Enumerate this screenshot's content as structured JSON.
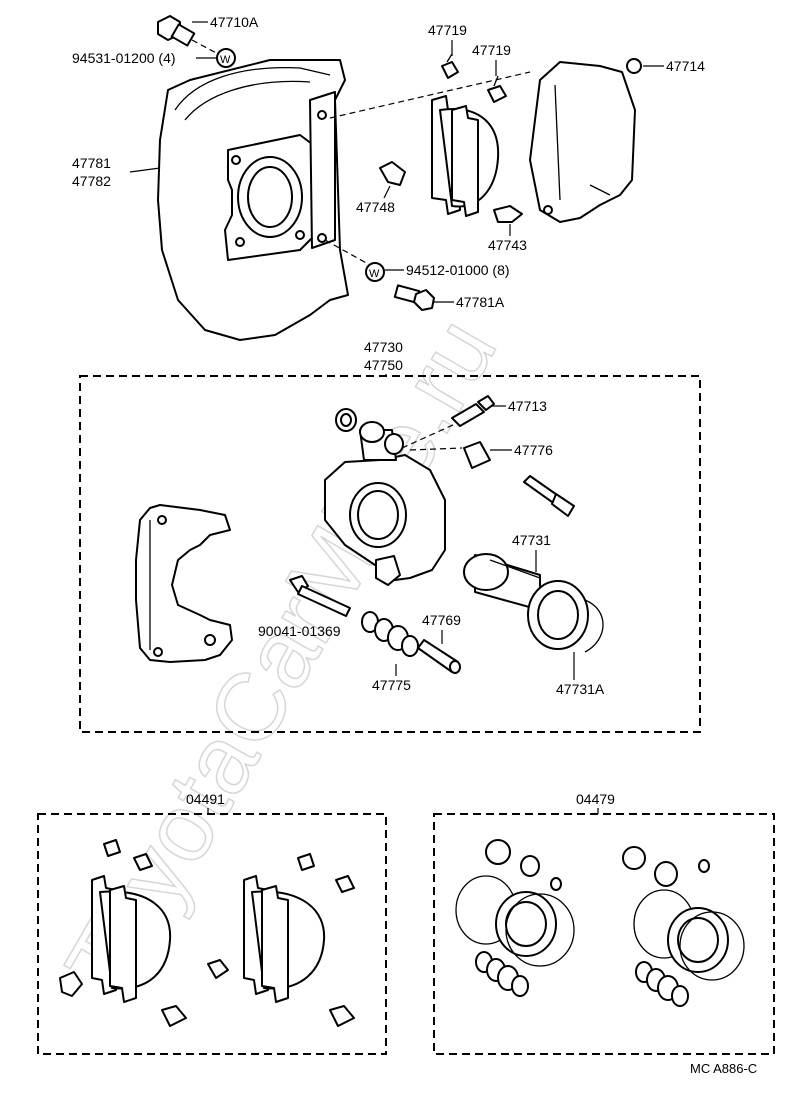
{
  "watermark": "ToyotaCarMine.ru",
  "figure_code": "MC A886-C",
  "groups": {
    "caliper_assy": [
      "47730",
      "47750"
    ],
    "pad_kit": "04491",
    "cylinder_kit": "04479"
  },
  "labels": {
    "bolt_47710A": "47710A",
    "washer_94531": "94531-01200 (4)",
    "dust_cover": [
      "47781",
      "47782"
    ],
    "clip_47719_a": "47719",
    "clip_47719_b": "47719",
    "shim_47714": "47714",
    "clip_47748": "47748",
    "clip_47743": "47743",
    "washer_94512": "94512-01000 (8)",
    "bolt_47781A": "47781A",
    "bleeder_47713": "47713",
    "cap_47776": "47776",
    "piston_47731": "47731",
    "bolt_90041": "90041-01369",
    "pin_47769": "47769",
    "boot_47775": "47775",
    "seal_47731A": "47731A"
  }
}
